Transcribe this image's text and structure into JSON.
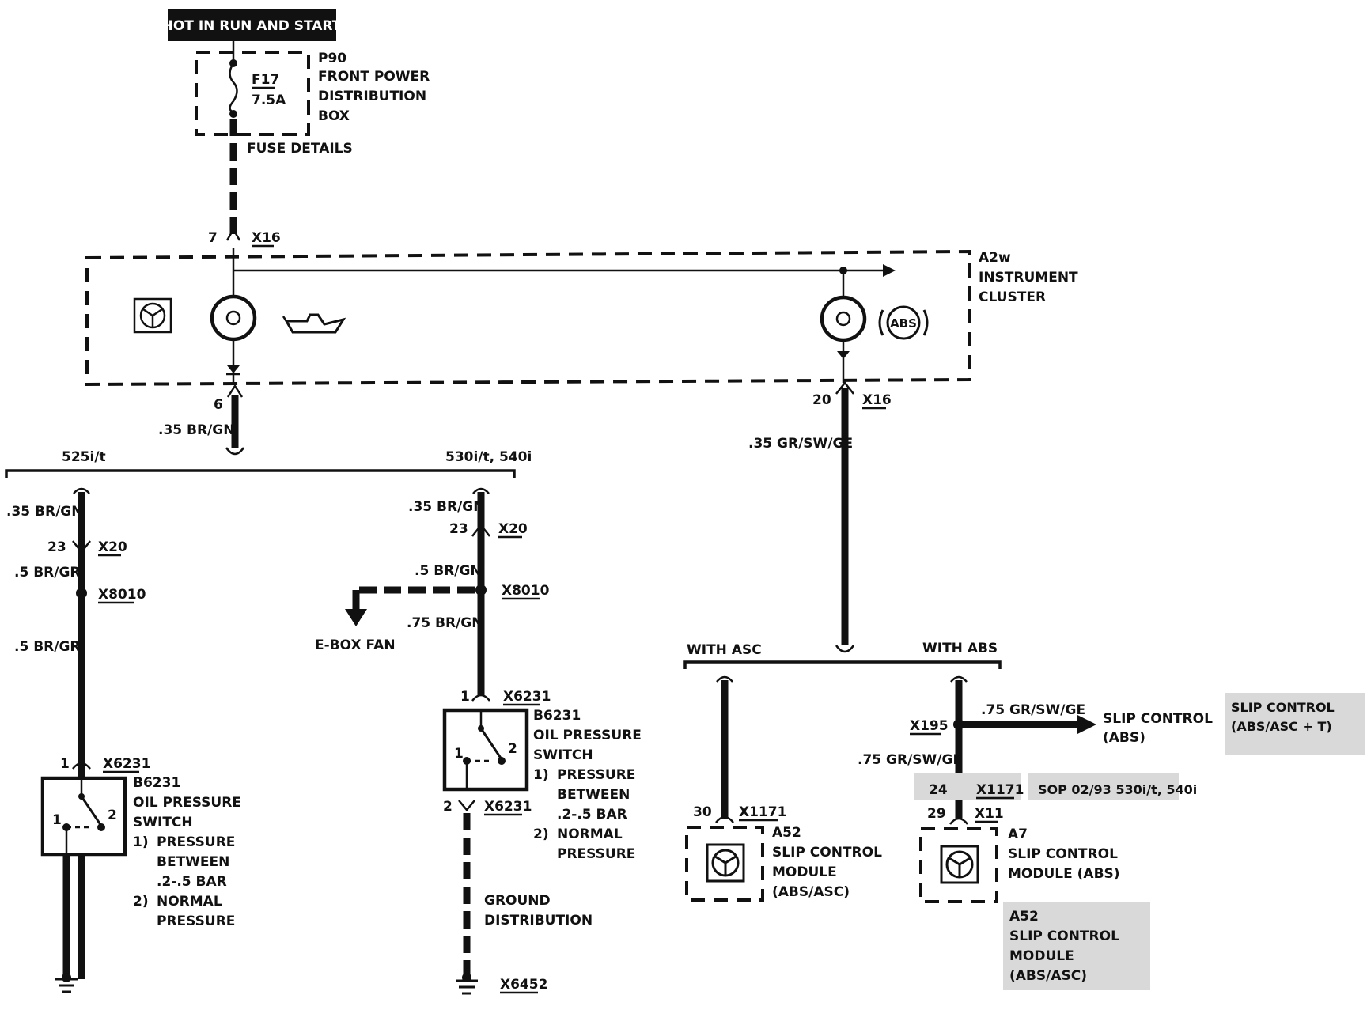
{
  "power_header": {
    "label": "HOT IN RUN AND START"
  },
  "fuse_box": {
    "fuse_id": "F17",
    "fuse_rating": "7.5A",
    "box_lines": [
      "P90",
      "FRONT POWER",
      "DISTRIBUTION",
      "BOX"
    ],
    "details_label": "FUSE DETAILS"
  },
  "instrument_cluster": {
    "lines": [
      "A2w",
      "INSTRUMENT",
      "CLUSTER"
    ],
    "pin_in": "7",
    "connector_in": "X16",
    "pin_out_left": "6",
    "pin_out_right": "20",
    "connector_out_right": "X16",
    "abs_symbol_text": "ABS"
  },
  "wires": {
    "main_left": ".35 BR/GN",
    "main_right": ".35 GR/SW/GE"
  },
  "branch_left": {
    "header": "525i/t",
    "wire_top": ".35 BR/GN",
    "pin": "23",
    "connector": "X20",
    "wire_mid": ".5 BR/GR",
    "splice": "X8010",
    "wire_low": ".5 BR/GR",
    "switch_pin": "1",
    "switch_connector": "X6231",
    "switch_lines": [
      "B6231",
      "OIL PRESSURE",
      "SWITCH"
    ],
    "switch_notes": [
      {
        "num": "1)",
        "lines": [
          "PRESSURE",
          "BETWEEN",
          ".2-.5 BAR"
        ]
      },
      {
        "num": "2)",
        "lines": [
          "NORMAL",
          "PRESSURE"
        ]
      }
    ],
    "contact_1": "1",
    "contact_2": "2"
  },
  "branch_mid": {
    "header": "530i/t, 540i",
    "wire_top": ".35 BR/GN",
    "pin": "23",
    "connector": "X20",
    "wire_fan": ".5 BR/GN",
    "splice": "X8010",
    "fan_label": "E-BOX FAN",
    "wire_low": ".75 BR/GN",
    "switch_pin": "1",
    "switch_connector": "X6231",
    "switch_lines": [
      "B6231",
      "OIL PRESSURE",
      "SWITCH"
    ],
    "switch_notes": [
      {
        "num": "1)",
        "lines": [
          "PRESSURE",
          "BETWEEN",
          ".2-.5 BAR"
        ]
      },
      {
        "num": "2)",
        "lines": [
          "NORMAL",
          "PRESSURE"
        ]
      }
    ],
    "contact_1": "1",
    "contact_2": "2",
    "bottom_pin": "2",
    "bottom_connector": "X6231",
    "ground_lines": [
      "GROUND",
      "DISTRIBUTION"
    ],
    "ground_connector": "X6452"
  },
  "branch_right": {
    "header_asc": "WITH ASC",
    "header_abs": "WITH ABS",
    "asc_pin": "30",
    "asc_connector": "X1171",
    "asc_module_lines": [
      "A52",
      "SLIP CONTROL",
      "MODULE",
      "(ABS/ASC)"
    ],
    "abs_wire_out": ".75 GR/SW/GE",
    "abs_splice": "X195",
    "abs_out_lines": [
      "SLIP CONTROL",
      "(ABS)"
    ],
    "abs_wire_down": ".75 GR/SW/GE",
    "sop_pin": "24",
    "sop_connector": "X1171",
    "sop_note": "SOP 02/93 530i/t, 540i",
    "abs_pin": "29",
    "abs_connector": "X11",
    "abs_module_lines": [
      "A7",
      "SLIP CONTROL",
      "MODULE (ABS)"
    ],
    "alt_module_lines": [
      "A52",
      "SLIP CONTROL",
      "MODULE",
      "(ABS/ASC)"
    ],
    "alt_out_lines": [
      "SLIP CONTROL",
      "(ABS/ASC + T)"
    ]
  }
}
